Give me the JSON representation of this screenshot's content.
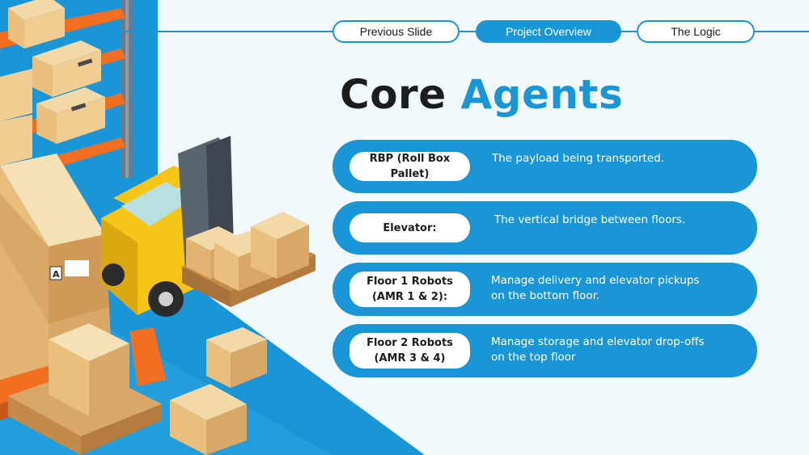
{
  "nav": {
    "previous": "Previous Slide",
    "overview": "Project Overview",
    "logic": "The Logic"
  },
  "title": {
    "word1": "Core",
    "word2": "Agents"
  },
  "agents": [
    {
      "name": "RBP (Roll Box Pallet)",
      "description": "The payload being transported."
    },
    {
      "name": "Elevator:",
      "description": "The vertical bridge between floors."
    },
    {
      "name": "Floor 1 Robots\n(AMR 1 & 2):",
      "description": "Manage delivery and elevator pickups\non the bottom floor."
    },
    {
      "name": "Floor 2 Robots\n(AMR 3 & 4)",
      "description": "Manage storage and elevator drop-offs\non the top floor"
    }
  ],
  "colors": {
    "accent": "#1a96d6",
    "background": "#f2f9fc",
    "dark_text": "#1c1c1c"
  },
  "illustration": {
    "subject": "isometric warehouse with forklift, shelving and cardboard boxes",
    "label_glyph": "A"
  }
}
